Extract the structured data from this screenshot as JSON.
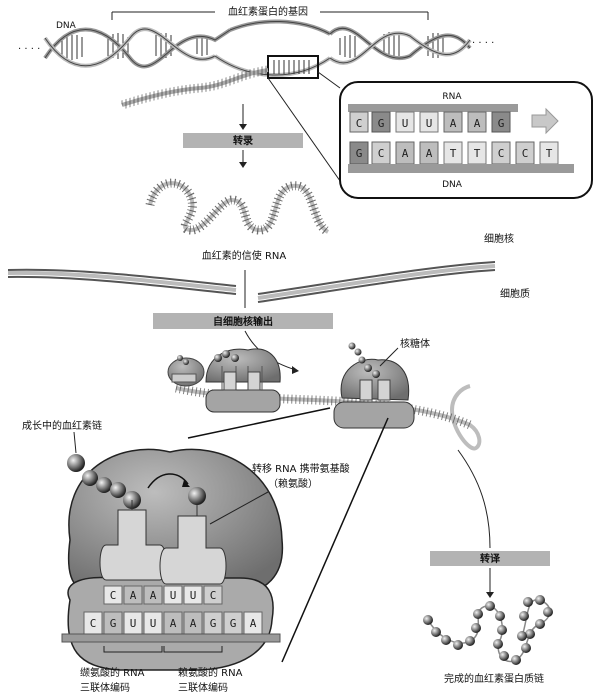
{
  "labels": {
    "gene": "血红素蛋白的基因",
    "dna_top": "DNA",
    "dna_zoom": "DNA",
    "rna_zoom": "RNA",
    "nucleus": "细胞核",
    "cytoplasm": "细胞质",
    "mrna": "血红素的信使 RNA",
    "ribosome": "核糖体",
    "growing_chain": "成长中的血红素链",
    "trna_line1": "转移 RNA 携带氨基酸",
    "trna_line2": "（赖氨酸）",
    "codon_left_1": "缬氨酸的 RNA",
    "codon_left_2": "三联体编码",
    "codon_right_1": "赖氨酸的 RNA",
    "codon_right_2": "三联体编码",
    "final_chain": "完成的血红素蛋白质链",
    "ellipsis_left": "· · · ·",
    "ellipsis_right": "· · · ·"
  },
  "steps": {
    "transcription": "转录",
    "export": "自细胞核输出",
    "translation": "转译"
  },
  "zoom_box": {
    "rna_bases": [
      "C",
      "G",
      "U",
      "U",
      "A",
      "A",
      "G"
    ],
    "dna_bases": [
      "G",
      "C",
      "A",
      "A",
      "T",
      "T",
      "C",
      "C",
      "T"
    ]
  },
  "ribosome_bases": {
    "upper": [
      "C",
      "A",
      "A",
      "U",
      "U",
      "C"
    ],
    "lower": [
      "C",
      "G",
      "U",
      "U",
      "A",
      "A",
      "G",
      "G",
      "A"
    ]
  },
  "colors": {
    "band": "#b3b3b3",
    "ribosome_dark": "#7a7a7a",
    "ribosome_light": "#b8b8b8",
    "trna": "#d4d4d4"
  }
}
